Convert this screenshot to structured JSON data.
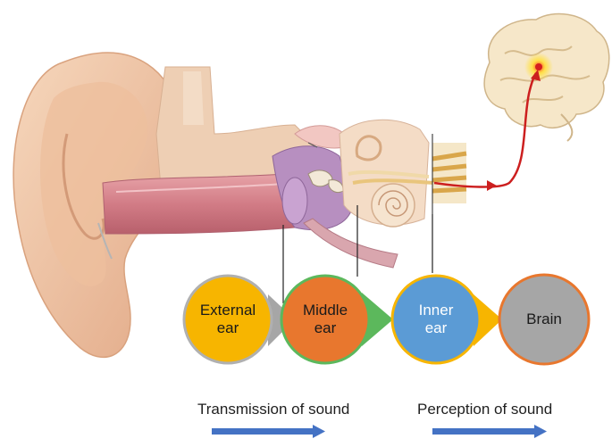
{
  "stages": [
    {
      "label": "External\near",
      "fill": "#F7B500",
      "ring": "#B0B0B0",
      "text_color": "#1a1a1a"
    },
    {
      "label": "Middle\near",
      "fill": "#E8772E",
      "ring": "#5CB85C",
      "text_color": "#1a1a1a"
    },
    {
      "label": "Inner\near",
      "fill": "#5B9BD5",
      "ring": "#F7B500",
      "text_color": "#ffffff"
    },
    {
      "label": "Brain",
      "fill": "#A6A6A6",
      "ring": "#E8772E",
      "text_color": "#1a1a1a"
    }
  ],
  "captions": {
    "transmission": "Transmission of sound",
    "perception": "Perception of sound"
  },
  "colors": {
    "arrow": "#4472C4",
    "skin": "#F2C9A5",
    "canal": "#D9838C",
    "nerve_arrow": "#CC1F1F"
  },
  "icons": {
    "ear": "ear-anatomy-illustration",
    "brain": "brain-illustration"
  }
}
